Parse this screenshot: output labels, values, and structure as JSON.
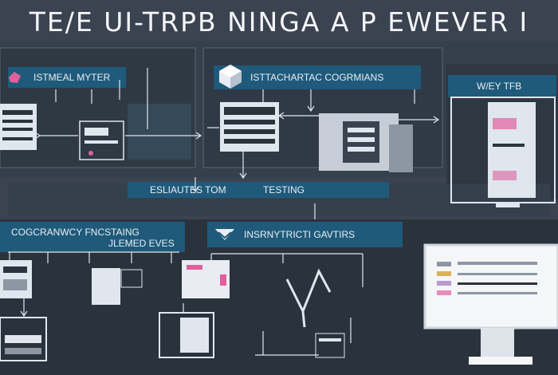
{
  "title": "TE/E UI-TRPB NINGA A P EWEVER I",
  "banners": {
    "top_left": "ISTMEAL MYTER",
    "top_center": "ISTTACHARTAC COGRMIANS",
    "top_right": "W/EY TFB",
    "middle": "ESLIAUTES TOM",
    "middle_testing": "TESTING",
    "bottom_left": "COGCRANWCY FNCSTAING",
    "bottom_left_sub": "JLEMED EVES",
    "bottom_center": "INSRNYTRICTI GAVTIRS"
  },
  "colors": {
    "background": "#3b4350",
    "banner": "#1f5a7a",
    "line": "#dfe6ee",
    "accent_pink": "#e0609e",
    "screen_white": "#f4f6f8"
  },
  "icons": {
    "top_left": "pink-gem-icon",
    "top_center": "cube-icon",
    "bottom_center": "chevron-badge-icon"
  }
}
